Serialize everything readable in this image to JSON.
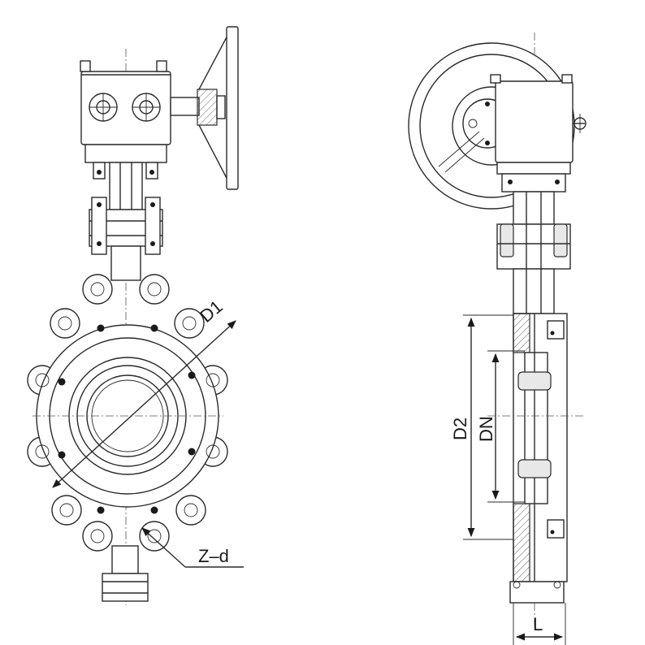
{
  "labels": {
    "d1": "D1",
    "zd": "Z–d",
    "d2": "D2",
    "dn": "DN",
    "l": "L"
  },
  "colors": {
    "line": "#2a2a2a",
    "background": "#ffffff"
  }
}
